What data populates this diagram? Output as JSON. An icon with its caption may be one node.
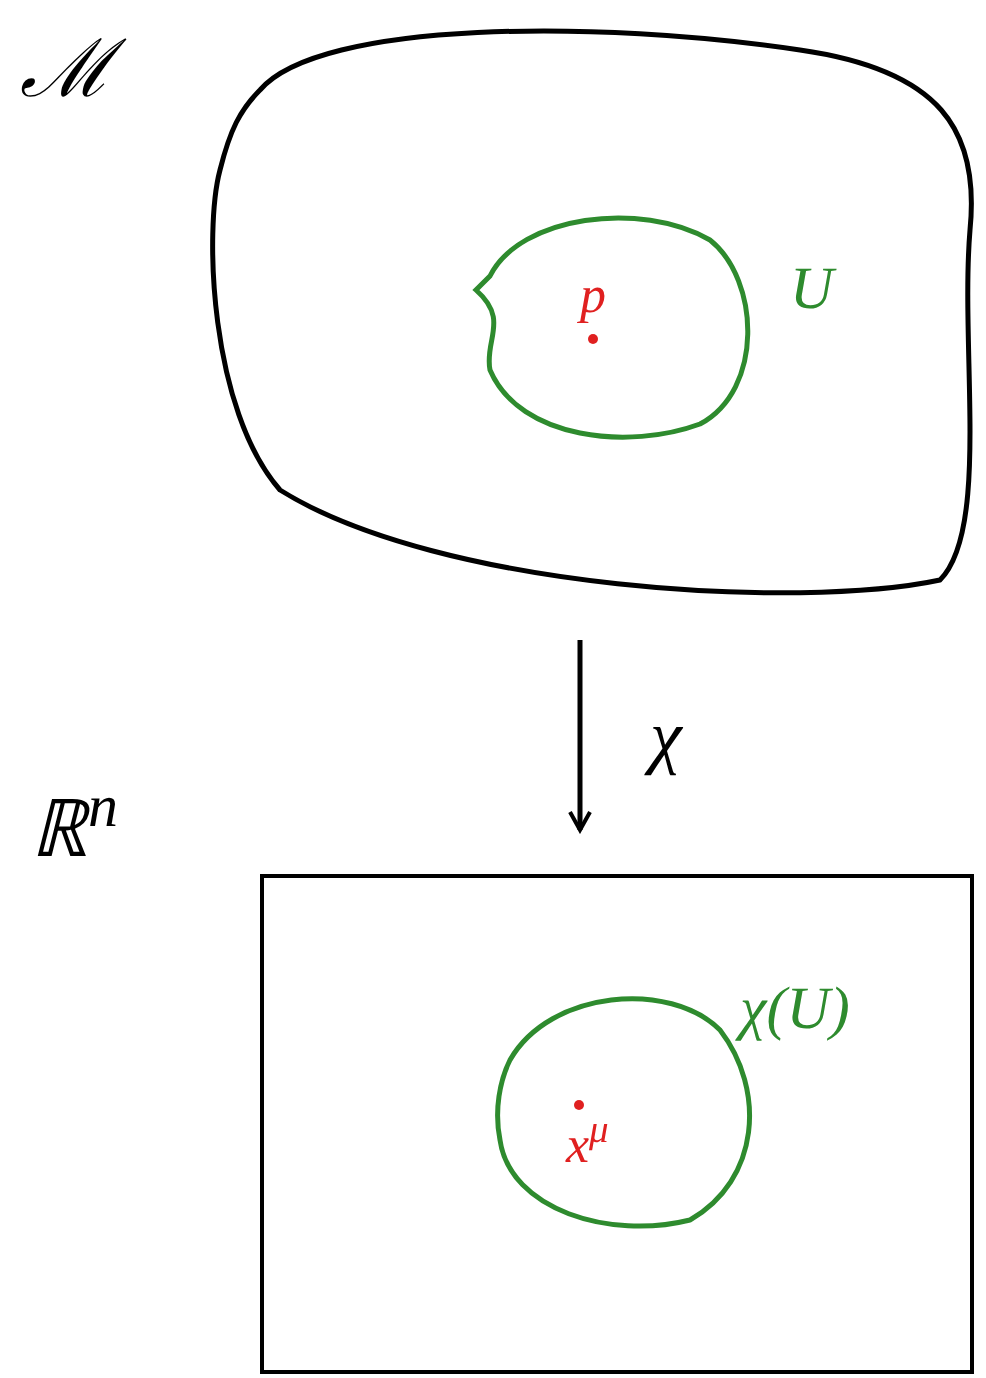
{
  "diagram": {
    "nodes": [
      {
        "text": [
          "ℳ"
        ]
      },
      {
        "text": [
          "U"
        ],
        "in": 0
      },
      {
        "text": [
          "p"
        ],
        "in": 1
      },
      {
        "text": [
          "ℝ$^{n}$"
        ]
      },
      {
        "text": [
          "χ(U)"
        ],
        "in": 3
      },
      {
        "text": [
          "x$^{μ}$"
        ],
        "in": 4
      }
    ],
    "edges": [
      {
        "from": 0,
        "to": 3,
        "arrow": "to",
        "label": "χ"
      }
    ]
  }
}
